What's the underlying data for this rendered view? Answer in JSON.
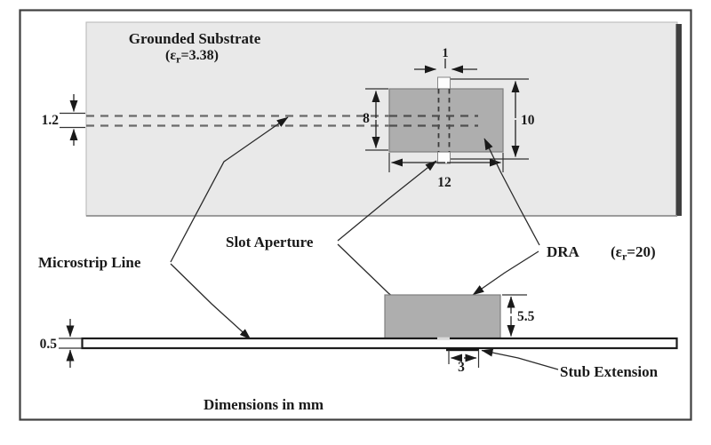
{
  "substrate": {
    "label_line1": "Grounded Substrate",
    "eps_open": "(ε",
    "eps_sub": "r",
    "eps_value": "=3.38)"
  },
  "dra_label": {
    "name": "DRA",
    "eps_open": "(ε",
    "eps_sub": "r",
    "eps_value": "=20)"
  },
  "labels": {
    "microstrip_line": "Microstrip Line",
    "slot_aperture": "Slot Aperture",
    "stub_extension": "Stub Extension",
    "units_note": "Dimensions in mm"
  },
  "dimensions_mm": {
    "microstrip_width": "1.2",
    "slot_width": "1",
    "dra_top_width": "8",
    "slot_length": "10",
    "dra_top_length": "12",
    "dra_height": "5.5",
    "substrate_thickness": "0.5",
    "stub_length": "3"
  },
  "colors": {
    "substrate_fill": "#e9e9e9",
    "dra_fill": "#aeaeae",
    "edge_shadow": "#3f3f3f",
    "line": "#1a1a1a"
  }
}
